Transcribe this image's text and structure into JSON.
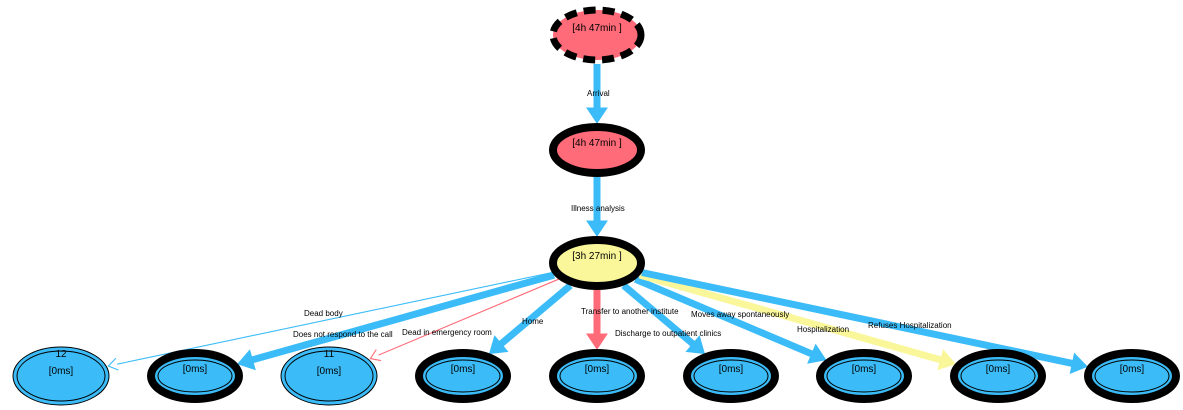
{
  "colors": {
    "blue": "#3BBCF8",
    "red": "#FF6B78",
    "yellow": "#FAF79B",
    "outline": "#000000"
  },
  "nodes": [
    {
      "id": "n1",
      "name": "start-node",
      "number": "",
      "label": "[4h 47min ]",
      "fill": "red",
      "border": "dashed"
    },
    {
      "id": "n2",
      "name": "arrival-node",
      "number": "",
      "label": "[4h 47min ]",
      "fill": "red",
      "border": "thick"
    },
    {
      "id": "n3",
      "name": "analysis-node",
      "number": "",
      "label": "[3h 27min ]",
      "fill": "yellow",
      "border": "thick"
    },
    {
      "id": "n12",
      "name": "dead-body-node",
      "number": "12",
      "label": "[0ms]",
      "fill": "blue",
      "border": "double-thin"
    },
    {
      "id": "nA",
      "name": "no-response-node",
      "number": "",
      "label": "[0ms]",
      "fill": "blue",
      "border": "thick"
    },
    {
      "id": "n11",
      "name": "dead-in-emergency-node",
      "number": "11",
      "label": "[0ms]",
      "fill": "blue",
      "border": "double-thin"
    },
    {
      "id": "nB",
      "name": "home-node",
      "number": "",
      "label": "[0ms]",
      "fill": "blue",
      "border": "thick"
    },
    {
      "id": "nC",
      "name": "transfer-node",
      "number": "",
      "label": "[0ms]",
      "fill": "blue",
      "border": "thick"
    },
    {
      "id": "nD",
      "name": "outpatient-node",
      "number": "",
      "label": "[0ms]",
      "fill": "blue",
      "border": "thick"
    },
    {
      "id": "nE",
      "name": "moves-away-node",
      "number": "",
      "label": "[0ms]",
      "fill": "blue",
      "border": "thick"
    },
    {
      "id": "nF",
      "name": "hospitalization-node",
      "number": "",
      "label": "[0ms]",
      "fill": "blue",
      "border": "thick"
    },
    {
      "id": "nG",
      "name": "refuses-hospitalization-node",
      "number": "",
      "label": "[0ms]",
      "fill": "blue",
      "border": "thick"
    }
  ],
  "edges": [
    {
      "from": "n1",
      "to": "n2",
      "label": "Arrival",
      "color": "blue",
      "weight": "heavy"
    },
    {
      "from": "n2",
      "to": "n3",
      "label": "Illness analysis",
      "color": "blue",
      "weight": "heavy"
    },
    {
      "from": "n3",
      "to": "n12",
      "label": "Dead body",
      "color": "blue",
      "weight": "thin"
    },
    {
      "from": "n3",
      "to": "nA",
      "label": "Does not respond to the call",
      "color": "blue",
      "weight": "heavy"
    },
    {
      "from": "n3",
      "to": "n11",
      "label": "Dead in emergency room",
      "color": "red",
      "weight": "thin"
    },
    {
      "from": "n3",
      "to": "nB",
      "label": "Home",
      "color": "blue",
      "weight": "heavy"
    },
    {
      "from": "n3",
      "to": "nC",
      "label": "Transfer to another institute",
      "color": "red",
      "weight": "heavy"
    },
    {
      "from": "n3",
      "to": "nD",
      "label": "Discharge to outpatient clinics",
      "color": "blue",
      "weight": "heavy"
    },
    {
      "from": "n3",
      "to": "nE",
      "label": "Moves away spontaneously",
      "color": "blue",
      "weight": "heavy"
    },
    {
      "from": "n3",
      "to": "nF",
      "label": "Hospitalization",
      "color": "yellow",
      "weight": "heavy"
    },
    {
      "from": "n3",
      "to": "nG",
      "label": "Refuses Hospitalization",
      "color": "blue",
      "weight": "heavy"
    }
  ]
}
